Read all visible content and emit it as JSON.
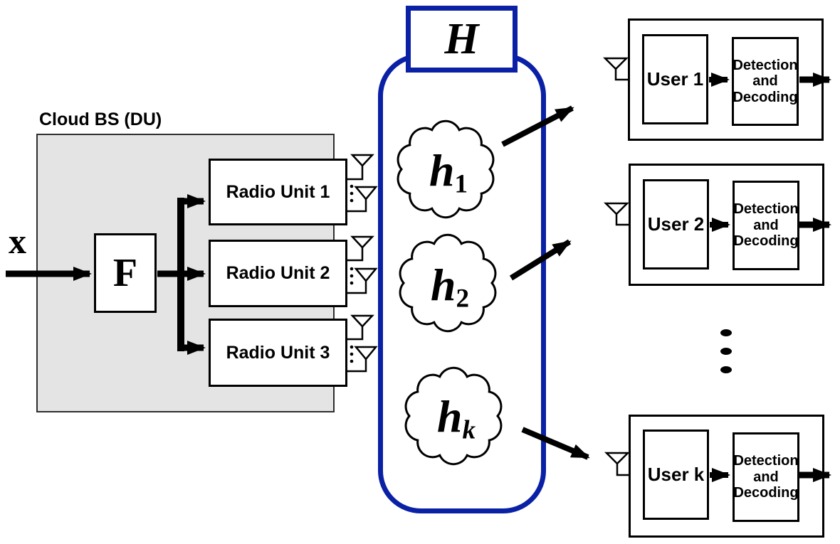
{
  "colors": {
    "accent": "#0a20a5",
    "panel": "#e4e4e4",
    "ink": "#000000"
  },
  "cloud_bs": {
    "title": "Cloud BS (DU)",
    "input_symbol": "x",
    "precoder_symbol": "F",
    "radio_units": [
      {
        "label": "Radio Unit 1"
      },
      {
        "label": "Radio Unit 2"
      },
      {
        "label": "Radio Unit 3"
      }
    ]
  },
  "channel": {
    "matrix_symbol": "H",
    "clouds": [
      {
        "base": "h",
        "sub": "1"
      },
      {
        "base": "h",
        "sub": "2"
      },
      {
        "base": "h",
        "sub": "k"
      }
    ]
  },
  "users": [
    {
      "name": "User 1",
      "processing": "Detection and Decoding"
    },
    {
      "name": "User 2",
      "processing": "Detection and Decoding"
    },
    {
      "name": "User k",
      "processing": "Detection and Decoding"
    }
  ]
}
